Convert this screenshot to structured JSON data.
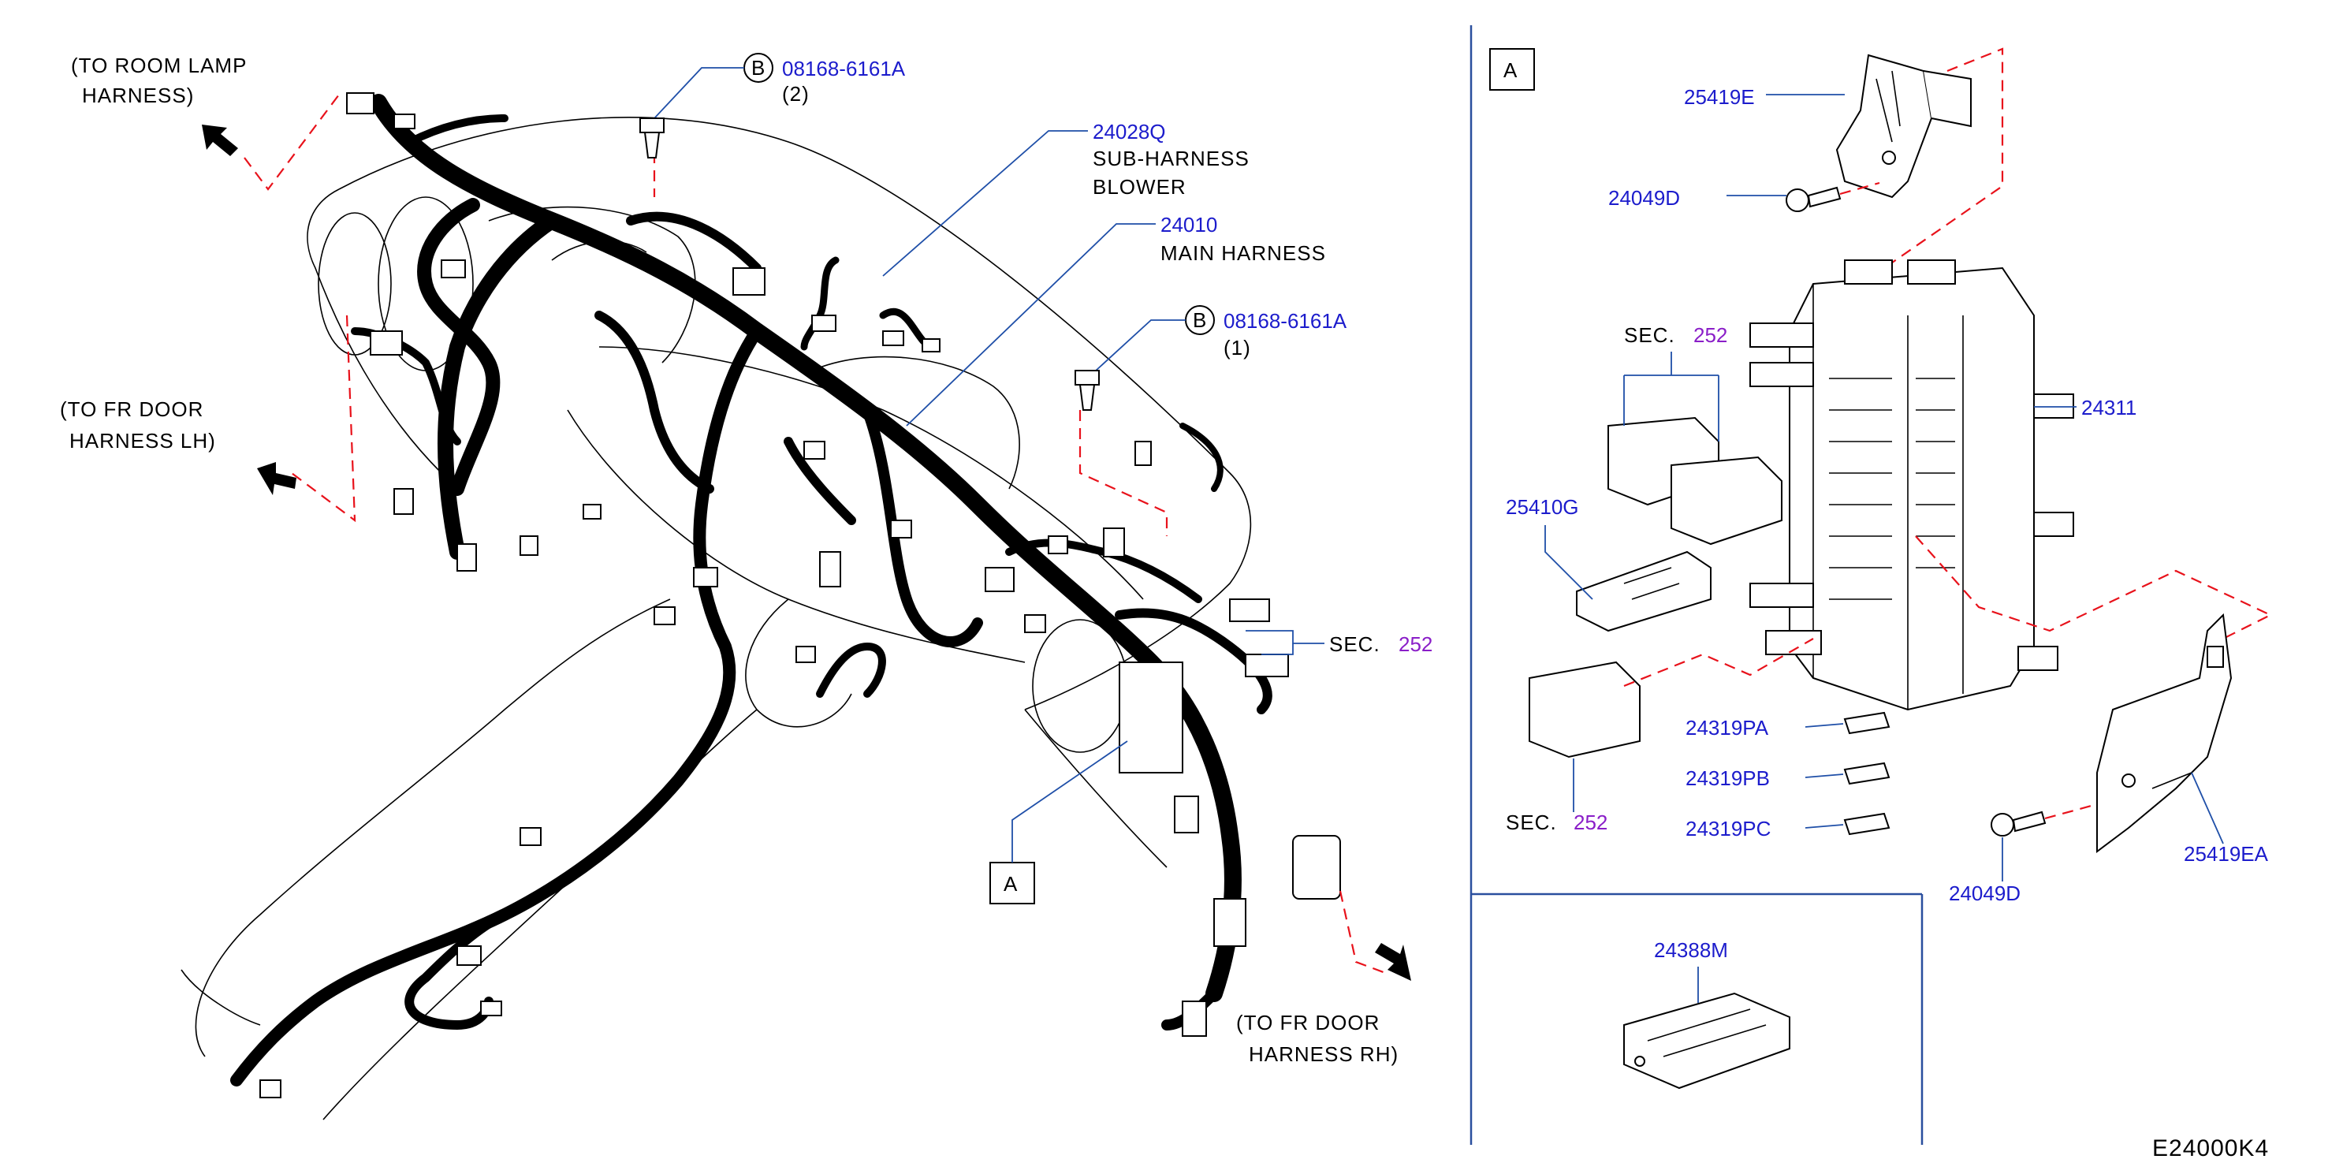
{
  "callouts": {
    "room_lamp": [
      "(TO ROOM LAMP",
      "HARNESS)"
    ],
    "fr_door_lh": [
      "(TO FR DOOR",
      "HARNESS LH)"
    ],
    "fr_door_rh": [
      "(TO FR DOOR",
      "HARNESS RH)"
    ],
    "bolt_top": {
      "circle": "B",
      "part": "08168-6161A",
      "qty": "(2)"
    },
    "bolt_mid": {
      "circle": "B",
      "part": "08168-6161A",
      "qty": "(1)"
    },
    "sub_harness": {
      "part": "24028Q",
      "line1": "SUB-HARNESS",
      "line2": "BLOWER"
    },
    "main_harness": {
      "part": "24010",
      "line1": "MAIN HARNESS"
    },
    "sec_main": {
      "label": "SEC.",
      "num": "252"
    },
    "view_ref": "A"
  },
  "detail_a": {
    "title": "A",
    "parts": {
      "p25419E": "25419E",
      "p24049D_top": "24049D",
      "p24311": "24311",
      "p25410G": "25410G",
      "sec_upper": {
        "label": "SEC.",
        "num": "252"
      },
      "sec_lower": {
        "label": "SEC.",
        "num": "252"
      },
      "p24319PA": "24319PA",
      "p24319PB": "24319PB",
      "p24319PC": "24319PC",
      "p24049D_bottom": "24049D",
      "p25419EA": "25419EA",
      "p24388M": "24388M"
    }
  },
  "diagram_code": "E24000K4",
  "colors": {
    "part_number": "#1c1ccc",
    "sec_number": "#8a1ec8",
    "leader": "#1f4fa8",
    "phantom_line": "#e8121b",
    "panel_frame": "#2a4f9e"
  }
}
